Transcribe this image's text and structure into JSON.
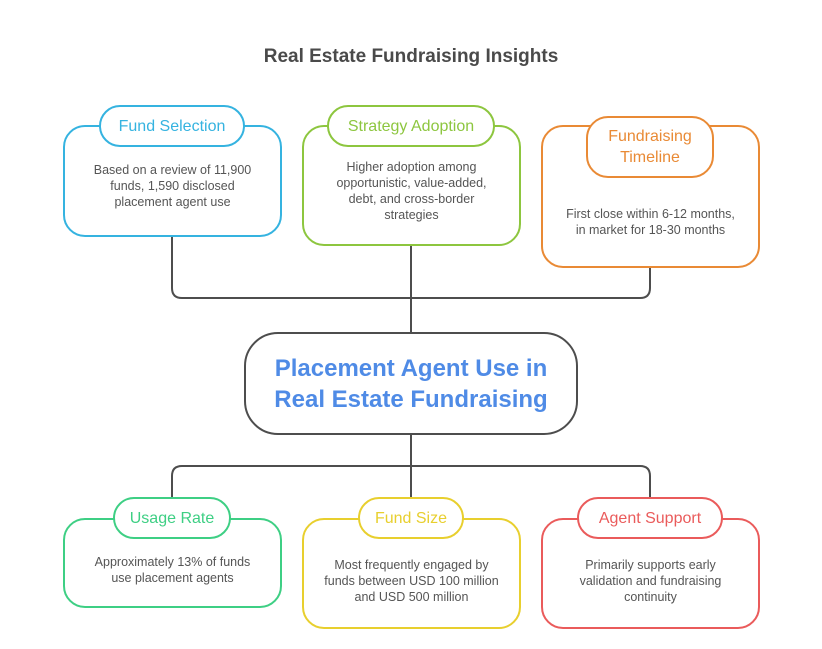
{
  "title": "Real Estate Fundraising Insights",
  "center": {
    "label": "Placement Agent Use in Real Estate Fundraising",
    "color": "#4f8be6"
  },
  "top_nodes": [
    {
      "label": "Fund Selection",
      "text": "Based on a review of 11,900 funds, 1,590 disclosed placement agent use",
      "color": "#35b3e0"
    },
    {
      "label": "Strategy Adoption",
      "text": "Higher adoption among opportunistic, value-added, debt, and cross-border strategies",
      "color": "#8dc63f"
    },
    {
      "label": "Fundraising Timeline",
      "text": "First close within 6-12 months, in market for 18-30 months",
      "color": "#e98a35"
    }
  ],
  "bottom_nodes": [
    {
      "label": "Usage Rate",
      "text": "Approximately 13% of funds use placement agents",
      "color": "#3ecf84"
    },
    {
      "label": "Fund Size",
      "text": "Most frequently engaged by funds between USD 100 million and USD 500 million",
      "color": "#e8cf2e"
    },
    {
      "label": "Agent Support",
      "text": "Primarily supports early validation and fundraising continuity",
      "color": "#ea5b5b"
    }
  ],
  "connector_color": "#4d4d4d"
}
